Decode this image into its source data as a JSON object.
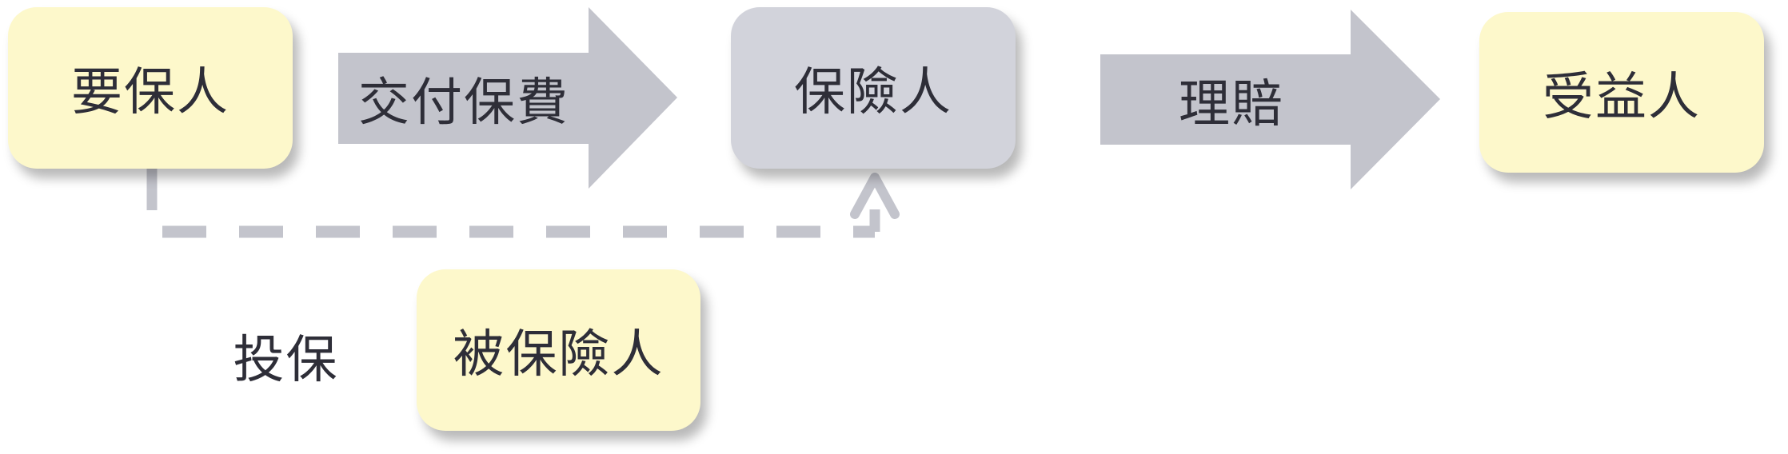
{
  "nodes": {
    "policyholder": "要保人",
    "insurer": "保險人",
    "insured": "被保險人",
    "beneficiary": "受益人"
  },
  "arrows": {
    "pay_premium": "交付保費",
    "claim": "理賠",
    "apply": "投保"
  },
  "colors": {
    "party_fill": "#fdf8cb",
    "insurer_fill": "#d2d3db",
    "arrow_fill": "#c3c4cc",
    "text": "#2e2e38"
  }
}
